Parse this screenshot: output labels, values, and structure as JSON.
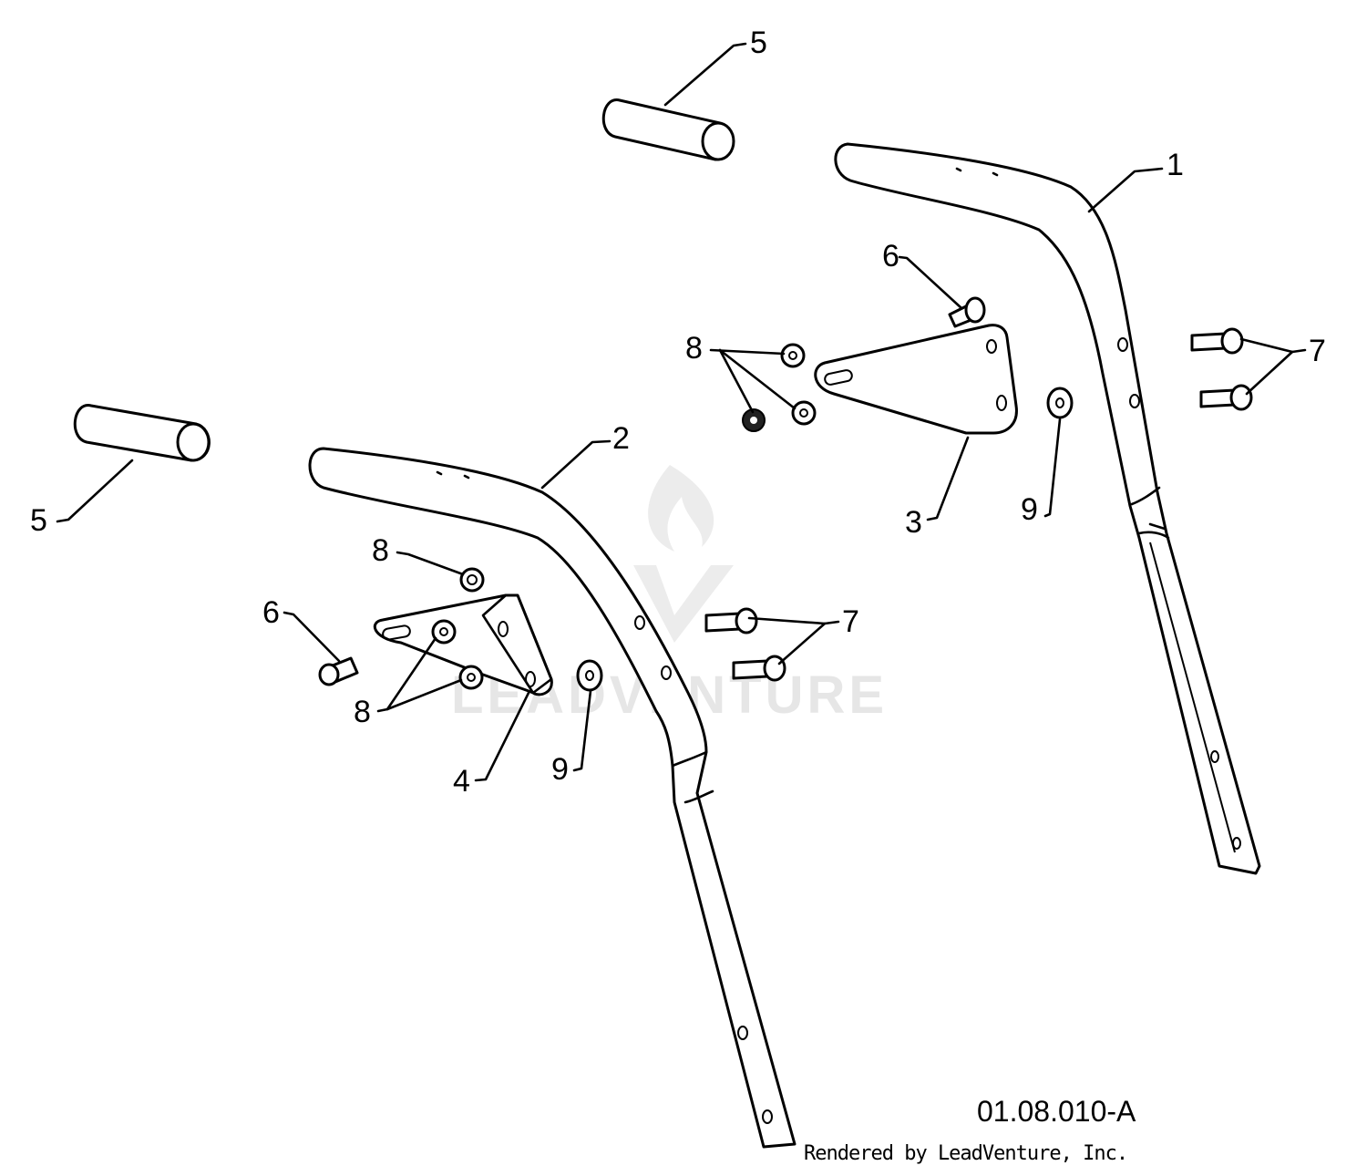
{
  "diagram": {
    "drawing_number": "01.08.010-A",
    "credit": "Rendered by LeadVenture, Inc.",
    "watermark": "LEADVENTURE",
    "callouts": {
      "upper_handle_right": "1",
      "upper_handle_left": "2",
      "bracket_right": "3",
      "bracket_left": "4",
      "grip_top": "5",
      "grip_left": "5",
      "bolt_right": "6",
      "bolt_left": "6",
      "carriage_bolts_right": "7",
      "carriage_bolts_left": "7",
      "nuts_right": "8",
      "nut_left_top": "8",
      "nuts_left_bottom": "8",
      "washer_right": "9",
      "washer_left": "9"
    }
  }
}
